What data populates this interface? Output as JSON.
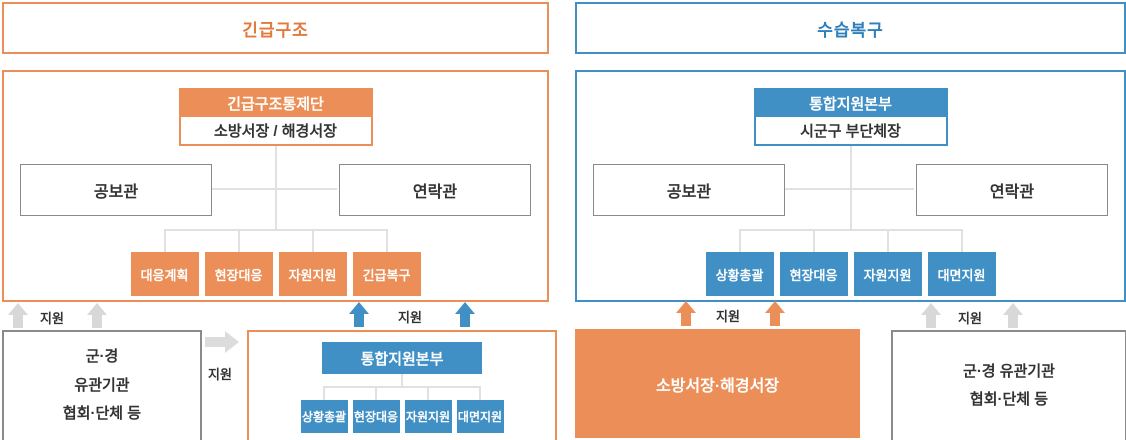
{
  "colors": {
    "orange": "#EC8E57",
    "orange_text": "#E4793C",
    "blue": "#4090C6",
    "blue_text": "#2E7FBC",
    "gray_arrow": "#D8D8D8",
    "connector": "#E1E1E1",
    "box_border_gray": "#8A8A8A",
    "text_dark": "#333333"
  },
  "emergency": {
    "title": "긴급구조",
    "control_header": "긴급구조통제단",
    "control_body": "소방서장 / 해경서장",
    "officer_left": "공보관",
    "officer_right": "연락관",
    "teams": [
      "대응계획",
      "현장대응",
      "자원지원",
      "긴급복구"
    ]
  },
  "recovery": {
    "title": "수습복구",
    "control_header": "통합지원본부",
    "control_body": "시군구 부단체장",
    "officer_left": "공보관",
    "officer_right": "연락관",
    "teams": [
      "상황총괄",
      "현장대응",
      "자원지원",
      "대면지원"
    ]
  },
  "bottom": {
    "left_org_lines": [
      "군·경",
      "유관기관",
      "협회·단체 등"
    ],
    "left_org_arrow_label": "지원",
    "side_arrow_label": "지원",
    "hq_title": "통합지원본부",
    "hq_teams": [
      "상황총괄",
      "현장대응",
      "자원지원",
      "대면지원"
    ],
    "hq_arrow_label": "지원",
    "chief_label": "소방서장·해경서장",
    "chief_arrow_label": "지원",
    "right_org_lines": [
      "군·경 유관기관",
      "협회·단체 등"
    ],
    "right_org_arrow_label": "지원"
  }
}
